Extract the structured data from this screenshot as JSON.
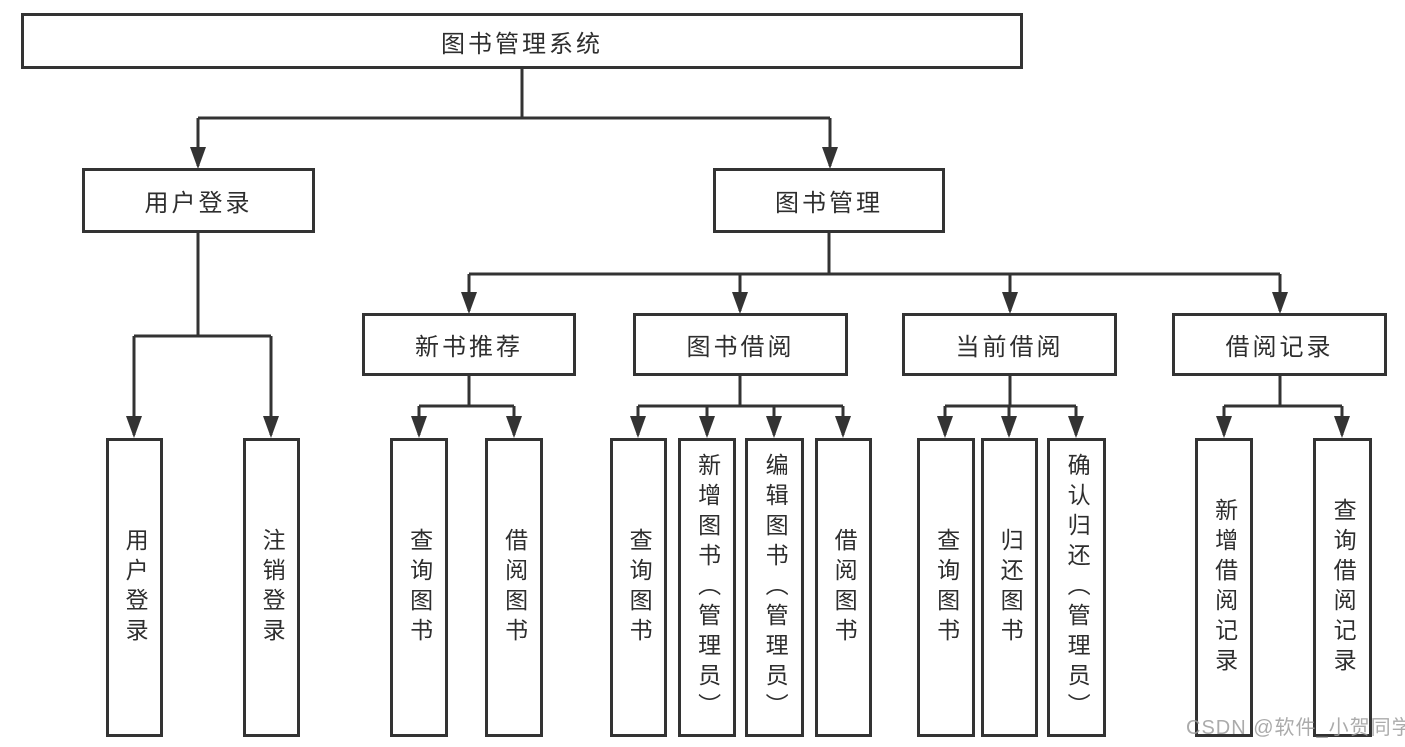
{
  "title": "图书管理系统",
  "watermark": "CSDN @软件_小贺同学",
  "colors": {
    "line": "#333333",
    "text": "#2e2e2e",
    "box_background": "#ffffff",
    "page_background": "#ffffff",
    "watermark": "#9d9d9d"
  },
  "tree": {
    "root": "图书管理系统",
    "branches": [
      {
        "label": "用户登录",
        "children": [
          "用户登录",
          "注销登录"
        ]
      },
      {
        "label": "图书管理",
        "children": [
          {
            "label": "新书推荐",
            "children": [
              "查询图书",
              "借阅图书"
            ]
          },
          {
            "label": "图书借阅",
            "children": [
              "查询图书",
              "新增图书（管理员）",
              "编辑图书（管理员）",
              "借阅图书"
            ]
          },
          {
            "label": "当前借阅",
            "children": [
              "查询图书",
              "归还图书",
              "确认归还（管理员）"
            ]
          },
          {
            "label": "借阅记录",
            "children": [
              "新增借阅记录",
              "查询借阅记录"
            ]
          }
        ]
      }
    ]
  }
}
